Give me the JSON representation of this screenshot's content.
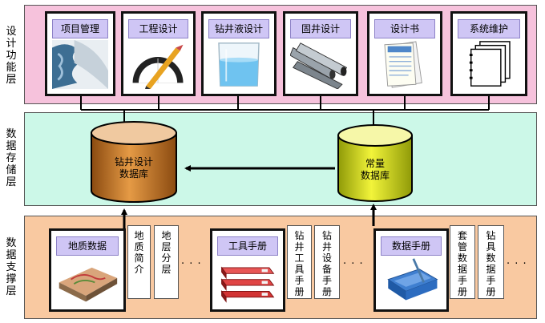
{
  "layers": {
    "top": "设计功能层",
    "middle": "数据存储层",
    "bottom": "数据支撑层"
  },
  "top_modules": [
    {
      "title": "项目管理",
      "icon": "project-management-icon"
    },
    {
      "title": "工程设计",
      "icon": "protractor-pencil-icon"
    },
    {
      "title": "钻井液设计",
      "icon": "beaker-icon"
    },
    {
      "title": "固井设计",
      "icon": "steel-pipes-icon"
    },
    {
      "title": "设计书",
      "icon": "document-icon"
    },
    {
      "title": "系统维护",
      "icon": "stacked-pages-icon"
    }
  ],
  "databases": {
    "drilling": {
      "line1": "钻井设计",
      "line2": "数据库",
      "color": "#c8741c"
    },
    "constants": {
      "line1": "常量",
      "line2": "数据库",
      "color": "#e8ec1a"
    }
  },
  "bottom_modules": [
    {
      "title": "地质数据",
      "icon": "terrain-map-icon"
    },
    {
      "title": "工具手册",
      "icon": "red-binders-icon"
    },
    {
      "title": "数据手册",
      "icon": "blue-binder-icon"
    }
  ],
  "bottom_texts": {
    "geo_intro": "地质简介",
    "stratum": "地层分层",
    "drill_tools": "钻井工具手册",
    "drill_equipment": "钻井设备手册",
    "casing_data": "套管数据手册",
    "drill_tool_data": "钻具数据手册",
    "dots": "· · ·"
  }
}
